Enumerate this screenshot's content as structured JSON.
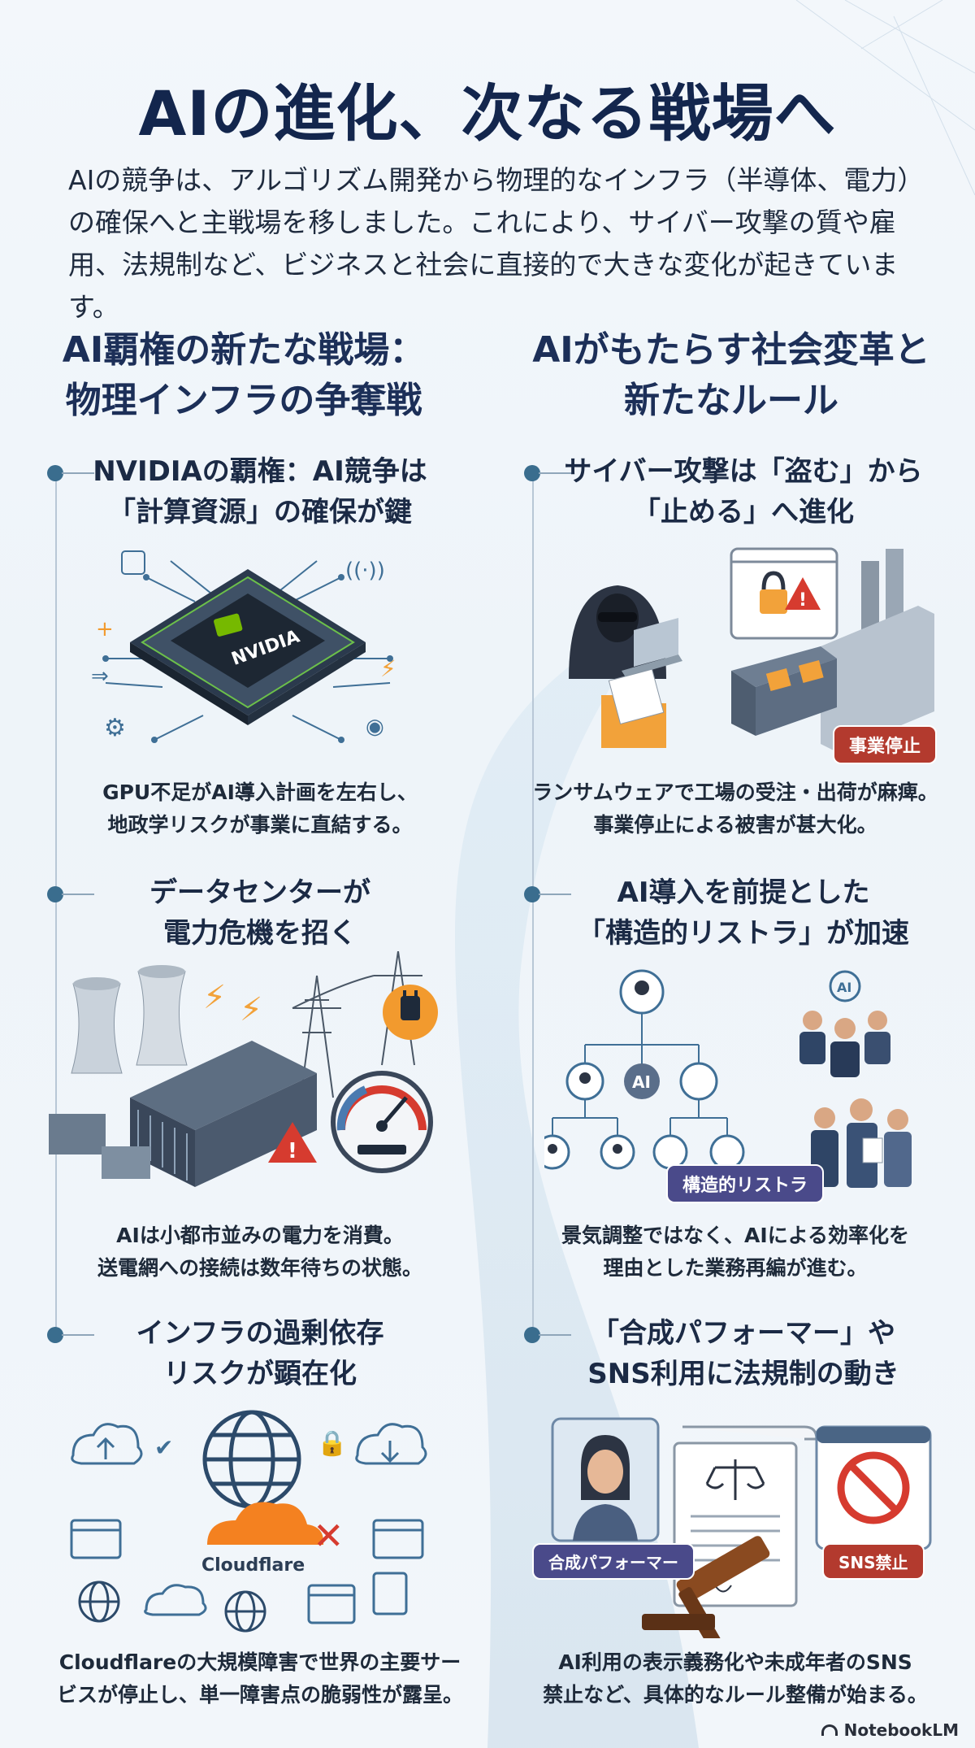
{
  "title": "AIの進化、次なる戦場へ",
  "intro": "AIの競争は、アルゴリズム開発から物理的なインフラ（半導体、電力）の確保へと主戦場を移しました。これにより、サイバー攻撃の質や雇用、法規制など、ビジネスと社会に直接的で大きな変化が起きています。",
  "left_column": {
    "heading_line1": "AI覇権の新たな戦場：",
    "heading_line2": "物理インフラの争奪戦",
    "sections": [
      {
        "title_line1": "NVIDIAの覇権：AI競争は",
        "title_line2": "「計算資源」の確保が鍵",
        "chip_label": "NVIDIA",
        "caption_line1": "GPU不足がAI導入計画を左右し、",
        "caption_line2": "地政学リスクが事業に直結する。"
      },
      {
        "title_line1": "データセンターが",
        "title_line2": "電力危機を招く",
        "caption_line1": "AIは小都市並みの電力を消費。",
        "caption_line2": "送電網への接続は数年待ちの状態。"
      },
      {
        "title_line1": "インフラの過剰依存",
        "title_line2": "リスクが顕在化",
        "cloud_label": "Cloudflare",
        "caption_line1": "Cloudflareの大規模障害で世界の主要サー",
        "caption_line2": "ビスが停止し、単一障害点の脆弱性が露呈。"
      }
    ]
  },
  "right_column": {
    "heading_line1": "AIがもたらす社会変革と",
    "heading_line2": "新たなルール",
    "sections": [
      {
        "title_line1": "サイバー攻撃は「盗む」から",
        "title_line2": "「止める」へ進化",
        "tag": "事業停止",
        "caption_line1": "ランサムウェアで工場の受注・出荷が麻痺。",
        "caption_line2": "事業停止による被害が甚大化。"
      },
      {
        "title_line1": "AI導入を前提とした",
        "title_line2": "「構造的リストラ」が加速",
        "node_label": "AI",
        "tag": "構造的リストラ",
        "caption_line1": "景気調整ではなく、AIによる効率化を",
        "caption_line2": "理由とした業務再編が進む。"
      },
      {
        "title_line1": "「合成パフォーマー」や",
        "title_line2": "SNS利用に法規制の動き",
        "tag_left": "合成パフォーマー",
        "tag_right": "SNS禁止",
        "caption_line1": "AI利用の表示義務化や未成年者のSNS",
        "caption_line2": "禁止など、具体的なルール整備が始まる。"
      }
    ]
  },
  "footer": {
    "logo_text": "NotebookLM"
  },
  "colors": {
    "navy": "#13264d",
    "accent_teal": "#3a6d8e",
    "tag_red": "#b33a2e",
    "tag_purple": "#4a4a8a",
    "nvidia_green": "#76b900",
    "cloudflare_orange": "#f48120"
  }
}
